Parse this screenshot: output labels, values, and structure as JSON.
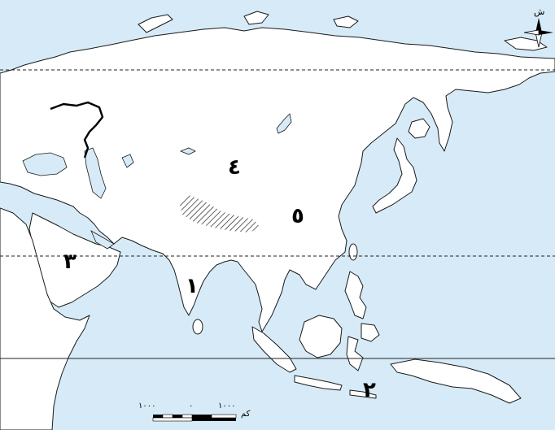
{
  "map": {
    "regions": [
      {
        "id": "1",
        "text": "١"
      },
      {
        "id": "2",
        "text": "٢"
      },
      {
        "id": "3",
        "text": "٣"
      },
      {
        "id": "4",
        "text": "٤"
      },
      {
        "id": "5",
        "text": "٥"
      }
    ],
    "compass": {
      "north_label": "ش"
    },
    "scale": {
      "left_value": "١٠٠٠",
      "middle_value": "٠",
      "right_value": "١٠٠٠",
      "unit": "كم"
    },
    "colors": {
      "sea": "#d6ebf7",
      "land": "#ffffff",
      "outline": "#1a1a1a"
    }
  }
}
